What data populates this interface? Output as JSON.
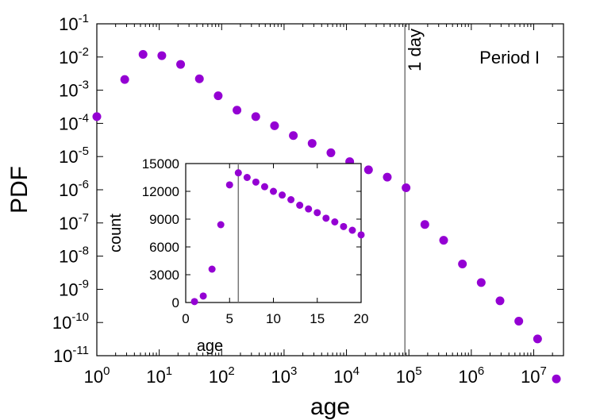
{
  "chart_data": [
    {
      "type": "scatter",
      "xlabel": "age",
      "ylabel": "PDF",
      "annotation": "Period I",
      "xscale": "log",
      "yscale": "log",
      "xlim": [
        1,
        30000000
      ],
      "ylim": [
        1e-11,
        0.1
      ],
      "x_tick_labels": [
        {
          "base": "10",
          "exp": "0"
        },
        {
          "base": "10",
          "exp": "1"
        },
        {
          "base": "10",
          "exp": "2"
        },
        {
          "base": "10",
          "exp": "3"
        },
        {
          "base": "10",
          "exp": "4"
        },
        {
          "base": "10",
          "exp": "5"
        },
        {
          "base": "10",
          "exp": "6"
        },
        {
          "base": "10",
          "exp": "7"
        }
      ],
      "y_tick_labels": [
        {
          "base": "10",
          "exp": "-11"
        },
        {
          "base": "10",
          "exp": "-10"
        },
        {
          "base": "10",
          "exp": "-9"
        },
        {
          "base": "10",
          "exp": "-8"
        },
        {
          "base": "10",
          "exp": "-7"
        },
        {
          "base": "10",
          "exp": "-6"
        },
        {
          "base": "10",
          "exp": "-5"
        },
        {
          "base": "10",
          "exp": "-4"
        },
        {
          "base": "10",
          "exp": "-3"
        },
        {
          "base": "10",
          "exp": "-2"
        },
        {
          "base": "10",
          "exp": "-1"
        }
      ],
      "reference_line": {
        "x": 86400,
        "label": "1 day"
      },
      "marker_color": "#9400d3",
      "points": [
        [
          1,
          0.00016
        ],
        [
          2.8,
          0.0021
        ],
        [
          5.5,
          0.012
        ],
        [
          11,
          0.011
        ],
        [
          22,
          0.006
        ],
        [
          44,
          0.0022
        ],
        [
          88,
          0.00068
        ],
        [
          176,
          0.00025
        ],
        [
          352,
          0.00016
        ],
        [
          704,
          8.5e-05
        ],
        [
          1408,
          4.3e-05
        ],
        [
          2816,
          2.5e-05
        ],
        [
          5632,
          1.3e-05
        ],
        [
          11264,
          7e-06
        ],
        [
          22528,
          4e-06
        ],
        [
          45056,
          2.4e-06
        ],
        [
          90112,
          1.15e-06
        ],
        [
          180224,
          9e-08
        ],
        [
          360448,
          3e-08
        ],
        [
          720896,
          5.8e-09
        ],
        [
          1441792,
          1.6e-09
        ],
        [
          2883584,
          4.5e-10
        ],
        [
          5767168,
          1.1e-10
        ],
        [
          11534336,
          3.2e-11
        ],
        [
          23068672,
          2e-12
        ]
      ]
    },
    {
      "type": "scatter",
      "xlabel": "age",
      "ylabel": "count",
      "xlim": [
        0,
        20
      ],
      "ylim": [
        0,
        15000
      ],
      "x_ticks": [
        0,
        5,
        10,
        15,
        20
      ],
      "x_tick_labels": [
        "0",
        "5",
        "10",
        "15",
        "20"
      ],
      "y_ticks": [
        0,
        3000,
        6000,
        9000,
        12000,
        15000
      ],
      "y_tick_labels": [
        "0",
        "3000",
        "6000",
        "9000",
        "12000",
        "15000"
      ],
      "reference_line": {
        "x": 6
      },
      "marker_color": "#9400d3",
      "points": [
        [
          1,
          100
        ],
        [
          2,
          700
        ],
        [
          3,
          3600
        ],
        [
          4,
          8400
        ],
        [
          5,
          12700
        ],
        [
          6,
          14000
        ],
        [
          7,
          13500
        ],
        [
          8,
          13000
        ],
        [
          9,
          12500
        ],
        [
          10,
          12000
        ],
        [
          11,
          11600
        ],
        [
          12,
          11100
        ],
        [
          13,
          10500
        ],
        [
          14,
          10100
        ],
        [
          15,
          9700
        ],
        [
          16,
          9100
        ],
        [
          17,
          8700
        ],
        [
          18,
          8200
        ],
        [
          19,
          7800
        ],
        [
          20,
          7300
        ]
      ]
    }
  ]
}
